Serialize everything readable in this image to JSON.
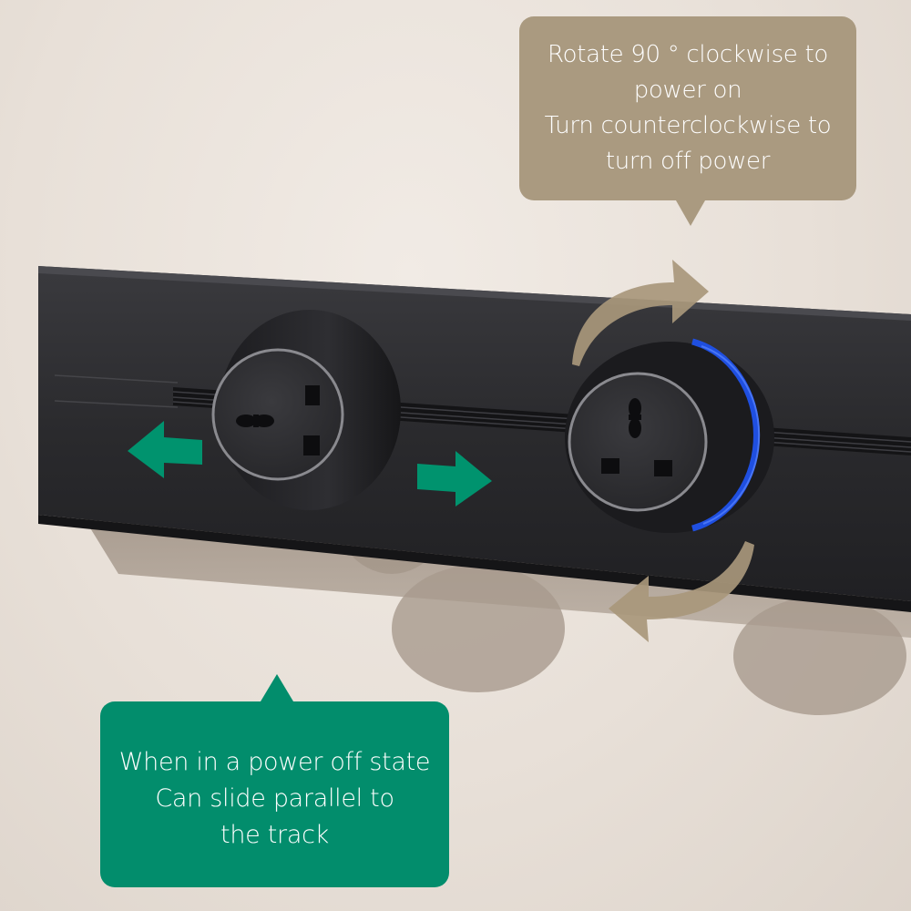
{
  "callout_rotate": {
    "lines": [
      "Rotate 90 ° clockwise to",
      "power on",
      "Turn counterclockwise to",
      "turn off power"
    ],
    "color": "#aa9a80"
  },
  "callout_slide": {
    "lines": [
      "When in a power off state",
      "Can slide parallel to",
      "the track"
    ],
    "color": "#028d6c"
  },
  "colors": {
    "track": "#2b2b2e",
    "socket_face": "#2e2e31",
    "power_ring": "#1f4fe0",
    "slide_arrow": "#00936e",
    "rotate_arrow": "#a8977b"
  }
}
